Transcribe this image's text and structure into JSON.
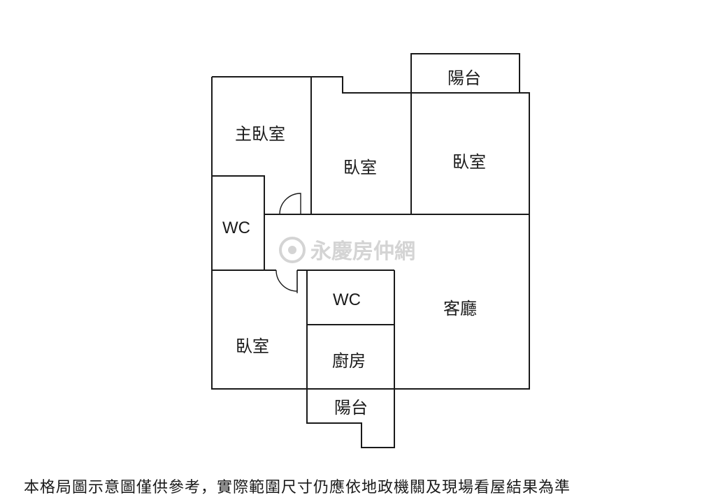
{
  "rooms": {
    "master_bedroom": "主臥室",
    "bedroom_center": "臥室",
    "bedroom_right": "臥室",
    "bedroom_lower": "臥室",
    "wc_upper": "WC",
    "wc_lower": "WC",
    "kitchen": "廚房",
    "living_room": "客廳",
    "balcony_top": "陽台",
    "balcony_bottom": "陽台"
  },
  "watermark": {
    "brand": "永慶房仲網"
  },
  "colors": {
    "walls": "#1a1a1a",
    "watermark": "#d4d4d4"
  },
  "disclaimer": "本格局圖示意圖僅供參考，實際範圍尺寸仍應依地政機關及現場看屋結果為準"
}
